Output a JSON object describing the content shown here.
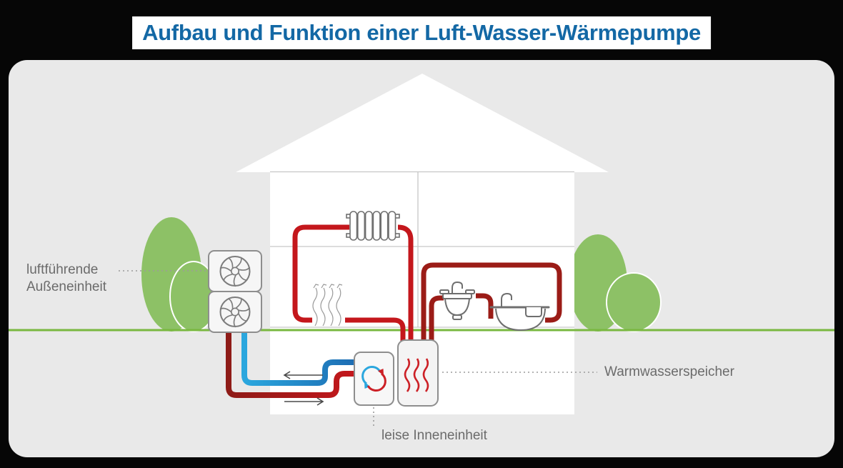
{
  "title": {
    "text": "Aufbau und Funktion einer Luft-Wasser-Wärmepumpe",
    "color": "#1368a5"
  },
  "labels": {
    "outdoor_unit": {
      "line1": "luftführende",
      "line2": "Außeneinheit"
    },
    "tank": {
      "text": "Warmwasserspeicher"
    },
    "indoor_unit": {
      "text": "leise Inneneinheit"
    }
  },
  "icons": [
    "fan-icon (outdoor unit, x2)",
    "refresh-cycle-icon (indoor unit, red/blue arrows)",
    "radiator-icon",
    "sink-icon",
    "bathtub-icon",
    "heat-waves-icon (tank)",
    "floor-heating-waves-icon",
    "flow-arrow-left-icon",
    "flow-arrow-right-icon"
  ],
  "colors": {
    "title_blue": "#1368a5",
    "panel_gray": "#e9e9e9",
    "house_white": "#ffffff",
    "room_line_gray": "#c6c6c6",
    "ground_green": "#79b840",
    "tree_green": "#8dc166",
    "pipe_bright_red": "#c4171c",
    "pipe_dark_red": "#9b1c17",
    "pipe_cyan_blue": "#2ba7de",
    "pipe_dark_blue": "#1d6db3",
    "outline_gray": "#8e8e8e",
    "label_gray": "#6b6b6b",
    "background_black": "#060606"
  }
}
